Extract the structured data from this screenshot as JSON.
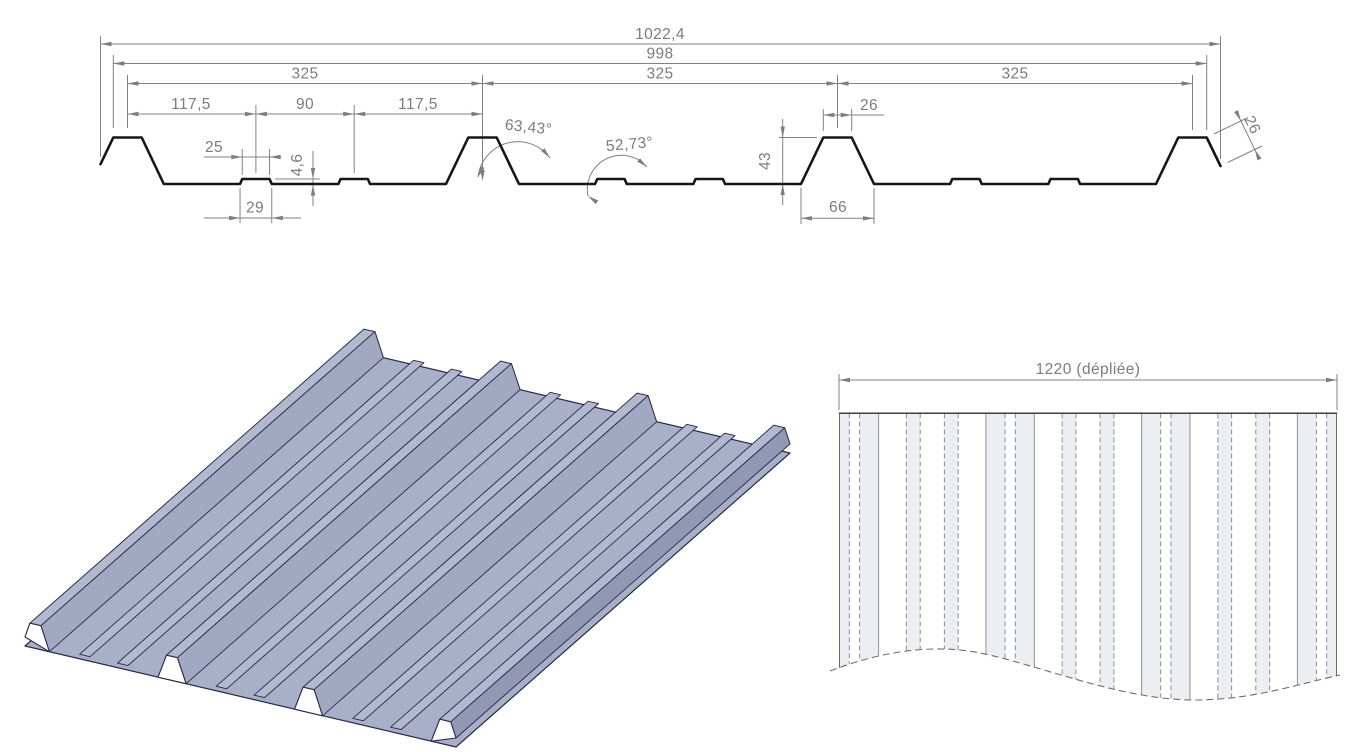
{
  "drawing": {
    "section_view": {
      "dims": {
        "overall_width": "1022,4",
        "cover_width": "998",
        "pitch_1": "325",
        "pitch_2": "325",
        "pitch_3": "325",
        "sub_1": "117,5",
        "sub_2": "90",
        "sub_3": "117,5",
        "stiffener_top_width": "25",
        "stiffener_base_width": "29",
        "stiffener_height": "4,6",
        "rib_angle": "63,43°",
        "stiffener_angle": "52,73°",
        "rib_height": "43",
        "rib_top_width": "26",
        "edge_cut_length": "26",
        "rib_base_width": "66"
      }
    },
    "flat_view": {
      "dims": {
        "developed_width": "1220 (dépliée)"
      }
    },
    "colors": {
      "profile_stroke": "#161616",
      "dimension_lines": "#828282",
      "dimension_text": "#7c7c7c",
      "sheet_valley": "#a9afc8",
      "sheet_slope_dark": "#9298b4",
      "sheet_slope_mid": "#a2a8c1",
      "sheet_slope_light": "#bdc3d6",
      "sheet_rib_top": "#b2b8ce",
      "sheet_cut_face": "#c9cedc",
      "sheet_outline": "#272c49",
      "flat_bend_zone": "#eceef2"
    }
  }
}
